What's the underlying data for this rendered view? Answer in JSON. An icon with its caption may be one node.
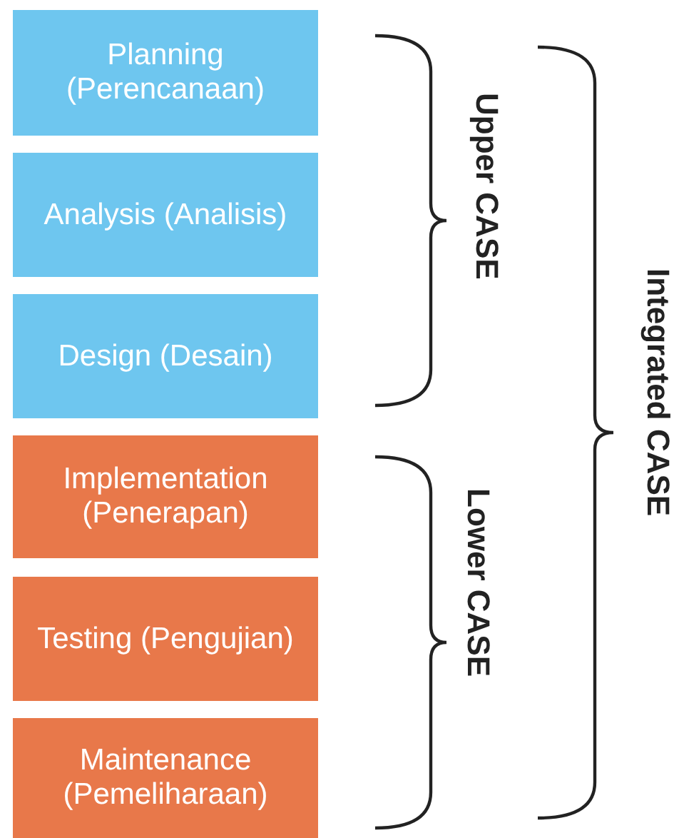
{
  "diagram": {
    "nodes": [
      {
        "text": [
          "Planning (Perencanaan)"
        ]
      },
      {
        "text": [
          "Analysis (Analisis)"
        ]
      },
      {
        "text": [
          "Design (Desain)"
        ]
      },
      {
        "text": [
          "Implementation (Penerapan)"
        ]
      },
      {
        "text": [
          "Testing (Pengujian)"
        ]
      },
      {
        "text": [
          "Maintenance (Pemeliharaan)"
        ]
      }
    ],
    "labels": [
      "Upper CASE",
      "Lower CASE",
      "Integrated CASE"
    ]
  }
}
